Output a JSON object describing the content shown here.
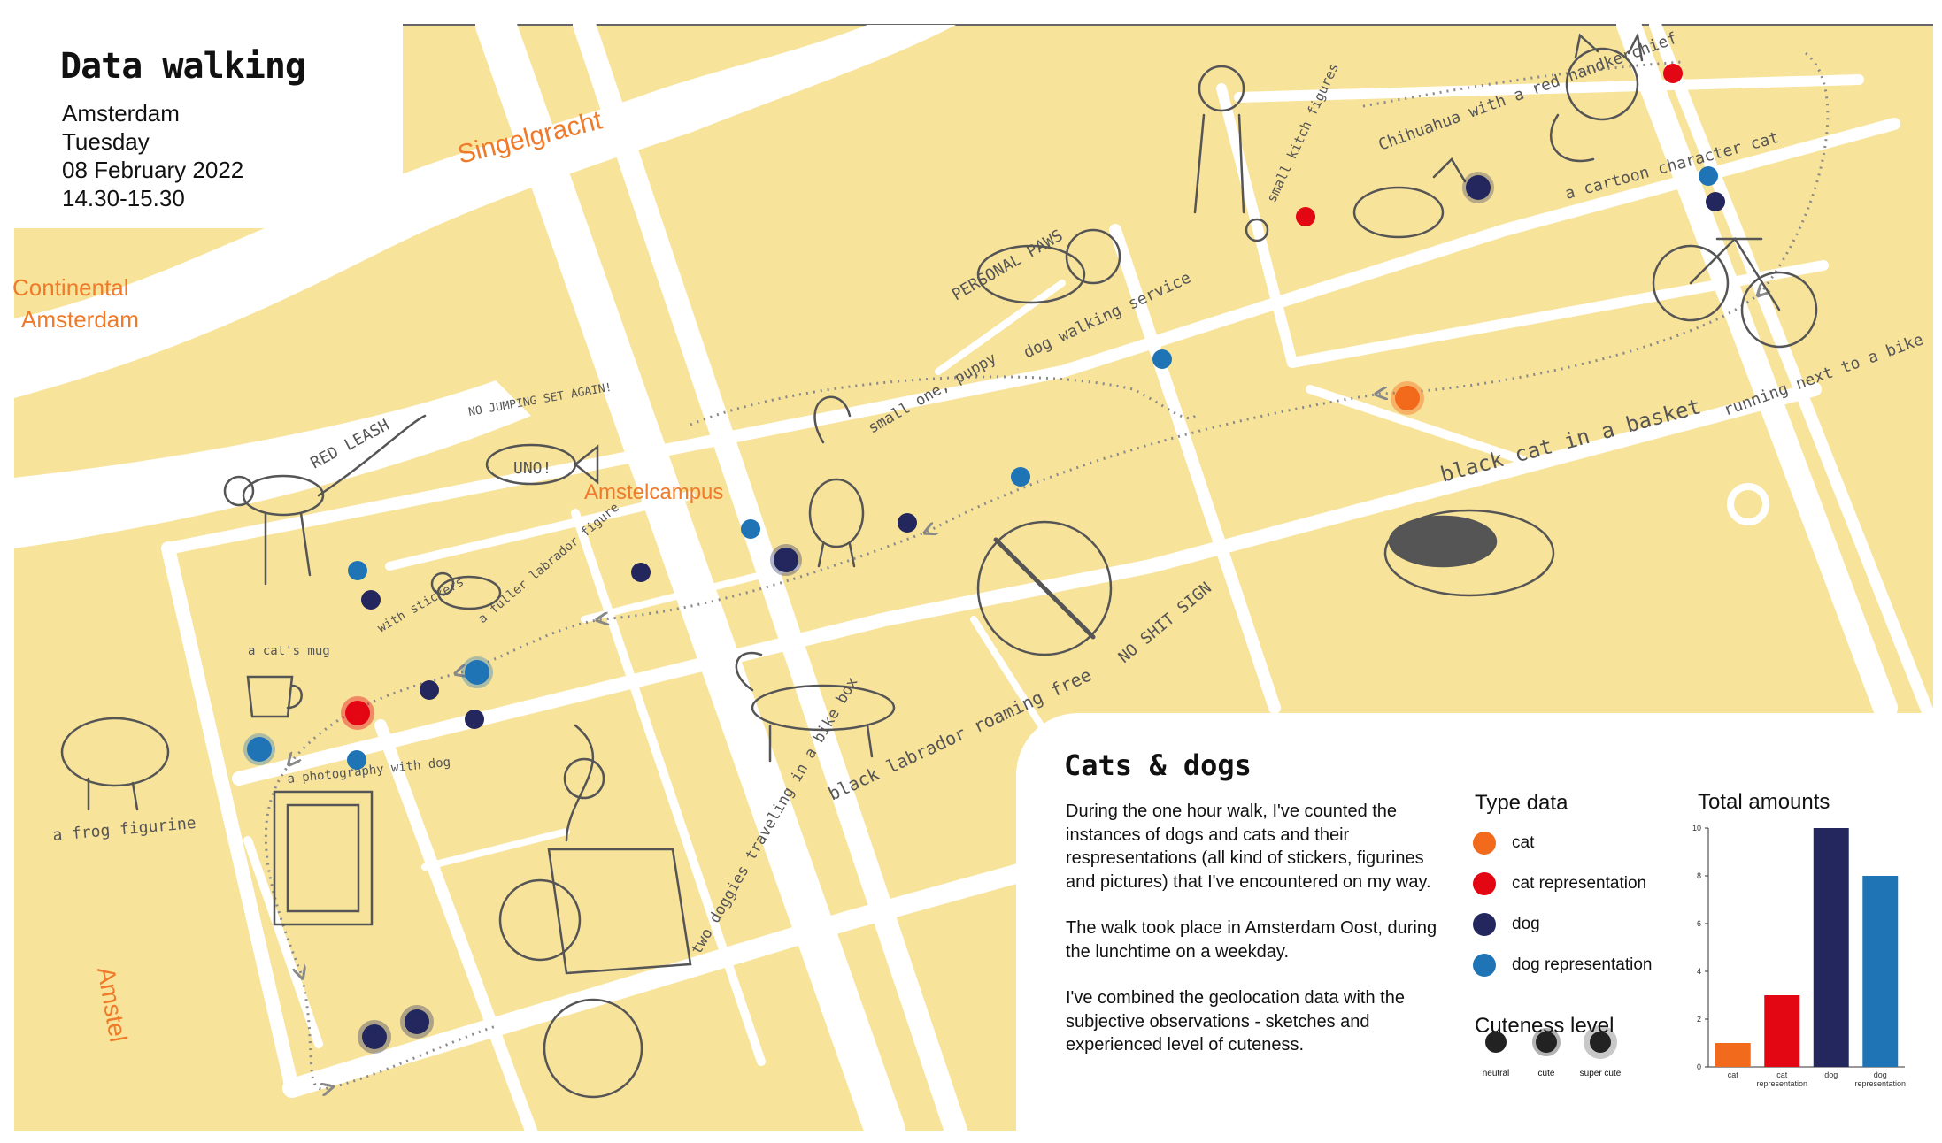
{
  "header": {
    "title": "Data walking",
    "city": "Amsterdam",
    "weekday": "Tuesday",
    "date": "08 February 2022",
    "time": "14.30-15.30"
  },
  "map_labels": {
    "singelgracht": "Singelgracht",
    "continental": "Continental",
    "amsterdam": "Amsterdam",
    "amstelcampus": "Amstelcampus",
    "amstel": "Amstel"
  },
  "sketch_notes": {
    "red_leash": "RED LEASH",
    "no_jumping": "NO JUMPING SET AGAIN!",
    "uno": "UNO!",
    "a_cat_mug": "a cat's mug",
    "with_stickers": "with stickers",
    "fuller_figure": "a fuller labrador figure",
    "frog_figurine": "a frog figurine",
    "photography": "a photography with dog",
    "two_doggies": "two doggies traveling in a bike box",
    "small_puppy": "small one, puppy",
    "black_labrador": "black labrador roaming free",
    "no_shit_sign": "NO SHIT SIGN",
    "personal_paws": "PERSONAL PAWS",
    "dog_walking": "dog walking service",
    "black_cat": "black cat in a basket",
    "small_kitch": "small kitch figures",
    "chihuahua": "Chihuahua with a red handkerchief",
    "cartoon_cat": "a cartoon character cat",
    "running": "running next to a bike"
  },
  "legend": {
    "section_title": "Cats & dogs",
    "description": [
      "During the one hour walk, I've counted the instances of dogs and cats and their respresentations (all kind of stickers, figurines and pictures) that I've encountered on my way.",
      "The walk took place in Amsterdam Oost, during the lunchtime on a weekday.",
      "I've combined the geolocation data with the subjective observations - sketches and experienced level of cuteness."
    ],
    "type_title": "Type data",
    "types": [
      {
        "label": "cat",
        "color": "#f26a1b"
      },
      {
        "label": "cat representation",
        "color": "#e30613"
      },
      {
        "label": "dog",
        "color": "#23275e"
      },
      {
        "label": "dog representation",
        "color": "#1f74b6"
      }
    ],
    "cuteness_title": "Cuteness level",
    "cuteness": [
      {
        "label": "neutral",
        "level": 0
      },
      {
        "label": "cute",
        "level": 1
      },
      {
        "label": "super cute",
        "level": 2
      }
    ]
  },
  "chart_data": {
    "type": "bar",
    "title": "Total amounts",
    "categories": [
      "cat",
      "cat representation",
      "dog",
      "dog representation"
    ],
    "values": [
      1,
      3,
      10,
      8
    ],
    "colors": [
      "#f26a1b",
      "#e30613",
      "#23275e",
      "#1f74b6"
    ],
    "ylim": [
      0,
      10
    ],
    "yticks": [
      0,
      2,
      4,
      6,
      8,
      10
    ],
    "grid": false
  }
}
